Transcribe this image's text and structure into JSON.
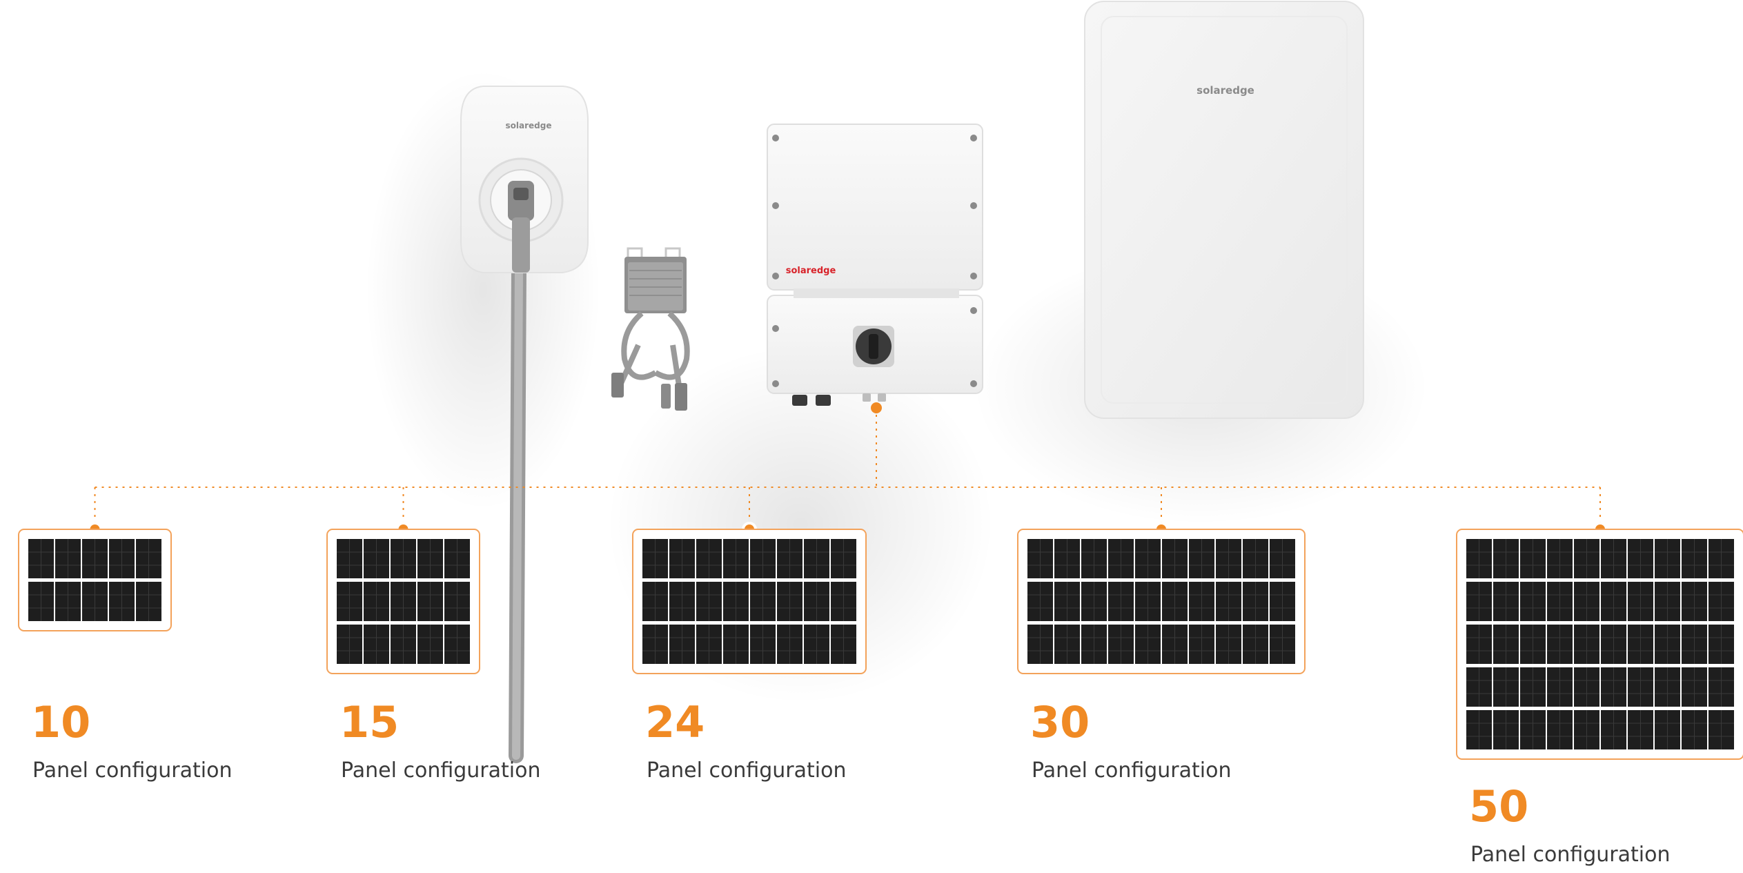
{
  "colors": {
    "accent": "#f08a24",
    "connector": "#f08a24",
    "panel_cell": "#1e1e1e",
    "panel_frame": "#f3a25a",
    "label_text": "#3a3a3a",
    "device_body": "#f4f4f4"
  },
  "devices": {
    "ev_charger": {
      "icon": "ev-charger-icon",
      "brand_label": "solaredge"
    },
    "optimizer": {
      "icon": "power-optimizer-icon"
    },
    "inverter": {
      "icon": "inverter-icon",
      "brand_label": "solaredge"
    },
    "battery": {
      "icon": "home-battery-icon",
      "brand_label": "solaredge"
    }
  },
  "configurations": [
    {
      "number": "10",
      "label": "Panel configuration",
      "rows": 2,
      "cols": 5
    },
    {
      "number": "15",
      "label": "Panel configuration",
      "rows": 3,
      "cols": 5
    },
    {
      "number": "24",
      "label": "Panel configuration",
      "rows": 3,
      "cols": 8
    },
    {
      "number": "30",
      "label": "Panel configuration",
      "rows": 3,
      "cols": 10
    },
    {
      "number": "50",
      "label": "Panel configuration",
      "rows": 5,
      "cols": 10
    }
  ]
}
